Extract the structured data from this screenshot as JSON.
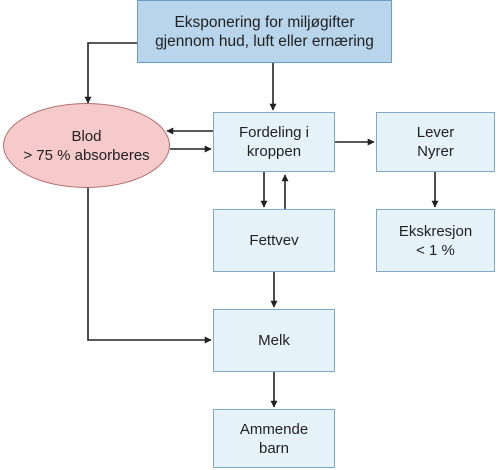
{
  "diagram": {
    "nodes": {
      "exposure": "Eksponering for miljøgifter\ngjennom hud, luft eller ernæring",
      "blood": "Blod\n> 75 % absorberes",
      "distribution": "Fordeling i\nkroppen",
      "liver_kidneys": "Lever\nNyrer",
      "fat_tissue": "Fettvev",
      "excretion": "Ekskresjon\n< 1 %",
      "milk": "Melk",
      "nursing_child": "Ammende\nbarn"
    },
    "colors": {
      "top_box": "#b9d5ec",
      "box": "#e6f2fa",
      "box_border": "#7fa9c4",
      "blood_fill": "#f6caca",
      "blood_border": "#b06a6a",
      "arrow": "#222222"
    },
    "edges": [
      {
        "from": "exposure",
        "to": "blood"
      },
      {
        "from": "exposure",
        "to": "distribution"
      },
      {
        "from": "distribution",
        "to": "blood"
      },
      {
        "from": "blood",
        "to": "distribution"
      },
      {
        "from": "distribution",
        "to": "liver_kidneys"
      },
      {
        "from": "distribution",
        "to": "fat_tissue"
      },
      {
        "from": "fat_tissue",
        "to": "distribution"
      },
      {
        "from": "liver_kidneys",
        "to": "excretion"
      },
      {
        "from": "fat_tissue",
        "to": "milk"
      },
      {
        "from": "blood",
        "to": "milk"
      },
      {
        "from": "milk",
        "to": "nursing_child"
      }
    ]
  }
}
